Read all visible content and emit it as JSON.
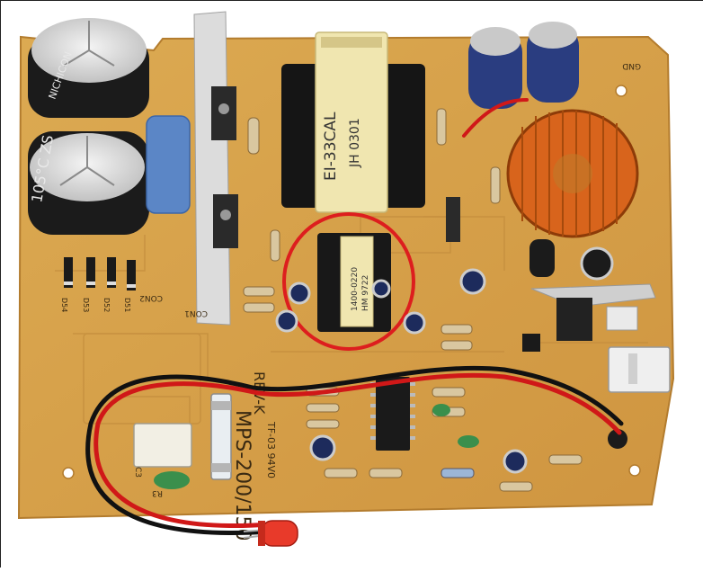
{
  "photo": {
    "subject": "power supply circuit board",
    "colors": {
      "background": "#ffffff",
      "pcb": "#d8a24a",
      "pcb_edge": "#c08a35",
      "capacitor": "#1b1b1b",
      "capacitor_blue": "#2a3d80",
      "transformer_core": "#151515",
      "bobbin": "#f0e6b0",
      "inductor_copper": "#d8641c",
      "highlight_circle": "#dd1e1e",
      "wire_red": "#d01818",
      "wire_black": "#111111",
      "led": "#e83a2a"
    }
  },
  "labels": {
    "cap1_brand": "NICHICON",
    "cap2_rating": "105°C ZS",
    "main_transformer_model": "EI-33CAL",
    "main_transformer_code": "JH 0301",
    "small_transformer_code": "1400-0220",
    "small_transformer_maker": "HM   9722",
    "board_model": "MPS-200/150",
    "board_rev": "REV-K",
    "board_date": "TF-03 94V0",
    "ref_con2": "CON2",
    "ref_con1": "CON1",
    "ref_d54": "D54",
    "ref_d53": "D53",
    "ref_d52": "D52",
    "ref_d51": "D51",
    "ref_r3": "R3",
    "ref_c3": "C3",
    "ref_gnd": "GND"
  }
}
